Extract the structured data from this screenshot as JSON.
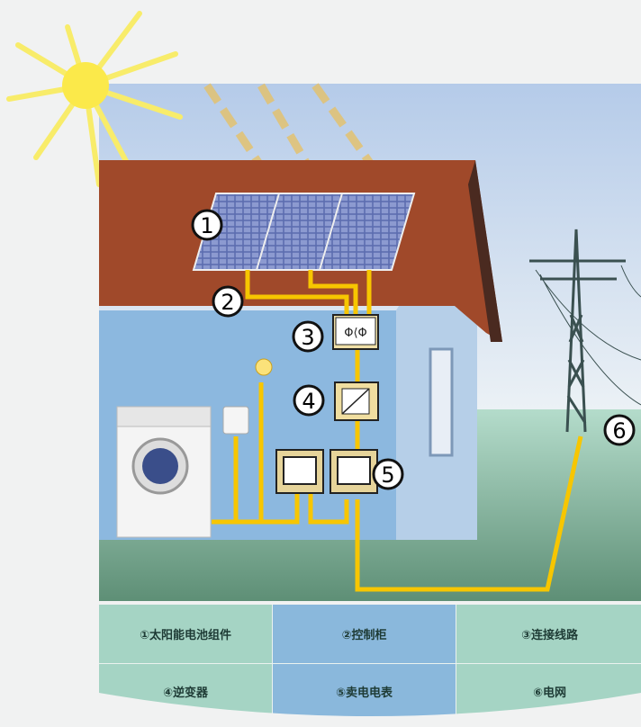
{
  "markers": [
    "1",
    "2",
    "3",
    "4",
    "5",
    "6"
  ],
  "legend": [
    {
      "label": "①太阳能电池组件"
    },
    {
      "label": "②控制柜"
    },
    {
      "label": "③连接线路"
    },
    {
      "label": "④逆变器"
    },
    {
      "label": "⑤卖电电表"
    },
    {
      "label": "⑥电网"
    }
  ],
  "colors": {
    "wire": "#f7c600",
    "roof": "#a0492a",
    "wall": "#8cb8df",
    "sky": "#c2d4ec",
    "ground": "#8fbfa8"
  }
}
